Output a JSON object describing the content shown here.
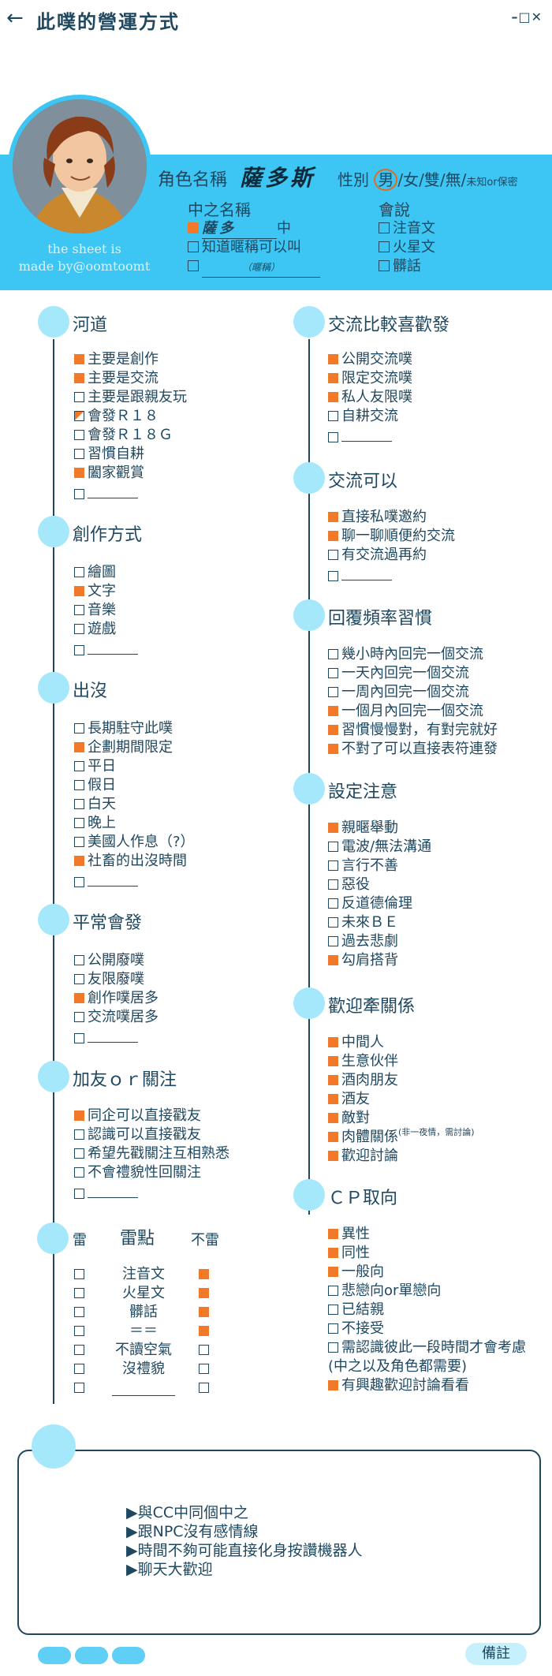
{
  "header": {
    "back_icon": "←",
    "title": "此噗的營運方式",
    "window_controls": "–□✕"
  },
  "profile": {
    "credit_line1": "the sheet is",
    "credit_line2": "made by@oomtoomt",
    "name_label": "角色名稱",
    "character_name": "薩多斯",
    "gender_label": "性別",
    "gender_selected": "男",
    "gender_rest": "/女/雙/無/",
    "gender_unknown": "未知or保密",
    "zhongzhi_title": "中之名稱",
    "zhongzhi_name": "薩多",
    "zhongzhi_suffix": "中",
    "zhongzhi_opt2": "知道暱稱可以叫",
    "zhongzhi_hint": "（暱稱）",
    "lang_title": "會說",
    "lang_opts": [
      "注音文",
      "火星文",
      "髒話"
    ]
  },
  "sections": {
    "hedao": {
      "title": "河道",
      "items": [
        {
          "text": "主要是創作",
          "state": "on"
        },
        {
          "text": "主要是交流",
          "state": "on"
        },
        {
          "text": "主要是跟親友玩",
          "state": "off"
        },
        {
          "text": "會發Ｒ１８",
          "state": "half"
        },
        {
          "text": "會發Ｒ１８Ｇ",
          "state": "off"
        },
        {
          "text": "習慣自耕",
          "state": "off"
        },
        {
          "text": "闔家觀賞",
          "state": "on"
        },
        {
          "text": "",
          "state": "off"
        }
      ]
    },
    "chuangzuo": {
      "title": "創作方式",
      "items": [
        {
          "text": "繪圖",
          "state": "off"
        },
        {
          "text": "文字",
          "state": "on"
        },
        {
          "text": "音樂",
          "state": "off"
        },
        {
          "text": "遊戲",
          "state": "off"
        },
        {
          "text": "",
          "state": "off"
        }
      ]
    },
    "chumo": {
      "title": "出沒",
      "items": [
        {
          "text": "長期駐守此噗",
          "state": "off"
        },
        {
          "text": "企劃期間限定",
          "state": "on"
        },
        {
          "text": "平日",
          "state": "off"
        },
        {
          "text": "假日",
          "state": "off"
        },
        {
          "text": "白天",
          "state": "off"
        },
        {
          "text": "晚上",
          "state": "off"
        },
        {
          "text": "美國人作息（?）",
          "state": "off"
        },
        {
          "text": "社畜的出沒時間",
          "state": "on"
        },
        {
          "text": "",
          "state": "off"
        }
      ]
    },
    "pingchang": {
      "title": "平常會發",
      "items": [
        {
          "text": "公開廢噗",
          "state": "off"
        },
        {
          "text": "友限廢噗",
          "state": "off"
        },
        {
          "text": "創作噗居多",
          "state": "on"
        },
        {
          "text": "交流噗居多",
          "state": "off"
        },
        {
          "text": "",
          "state": "off"
        }
      ]
    },
    "jiayou": {
      "title": "加友ｏｒ關注",
      "items": [
        {
          "text": "同企可以直接戳友",
          "state": "on"
        },
        {
          "text": "認識可以直接戳友",
          "state": "off"
        },
        {
          "text": "希望先戳關注互相熟悉",
          "state": "off"
        },
        {
          "text": "不會禮貌性回關注",
          "state": "off"
        },
        {
          "text": "",
          "state": "off"
        }
      ]
    },
    "jiaoliu_like": {
      "title": "交流比較喜歡發",
      "items": [
        {
          "text": "公開交流噗",
          "state": "on"
        },
        {
          "text": "限定交流噗",
          "state": "on"
        },
        {
          "text": "私人友限噗",
          "state": "on"
        },
        {
          "text": "自耕交流",
          "state": "off"
        },
        {
          "text": "",
          "state": "off"
        }
      ]
    },
    "jiaoliu_ok": {
      "title": "交流可以",
      "items": [
        {
          "text": "直接私噗邀約",
          "state": "on"
        },
        {
          "text": "聊一聊順便約交流",
          "state": "on"
        },
        {
          "text": "有交流過再約",
          "state": "off"
        },
        {
          "text": "",
          "state": "off"
        }
      ]
    },
    "huifu": {
      "title": "回覆頻率習慣",
      "items": [
        {
          "text": "幾小時內回完一個交流",
          "state": "off"
        },
        {
          "text": "一天內回完一個交流",
          "state": "off"
        },
        {
          "text": "一周內回完一個交流",
          "state": "off"
        },
        {
          "text": "一個月內回完一個交流",
          "state": "on"
        },
        {
          "text": "習慣慢慢對，有對完就好",
          "state": "on"
        },
        {
          "text": "不對了可以直接表符連發",
          "state": "on"
        }
      ]
    },
    "sheding": {
      "title": "設定注意",
      "items": [
        {
          "text": "親暱舉動",
          "state": "on"
        },
        {
          "text": "電波/無法溝通",
          "state": "off"
        },
        {
          "text": "言行不善",
          "state": "off"
        },
        {
          "text": "惡役",
          "state": "off"
        },
        {
          "text": "反道德倫理",
          "state": "off"
        },
        {
          "text": "未來ＢＥ",
          "state": "off"
        },
        {
          "text": "過去悲劇",
          "state": "off"
        },
        {
          "text": "勾肩搭背",
          "state": "on"
        }
      ]
    },
    "huanying": {
      "title": "歡迎牽關係",
      "items": [
        {
          "text": "中間人",
          "state": "on"
        },
        {
          "text": "生意伙伴",
          "state": "on"
        },
        {
          "text": "酒肉朋友",
          "state": "on"
        },
        {
          "text": "酒友",
          "state": "on"
        },
        {
          "text": "敵對",
          "state": "on"
        },
        {
          "text": "肉體關係",
          "state": "on",
          "note": "(非一夜情，需討論)"
        },
        {
          "text": "歡迎討論",
          "state": "on"
        }
      ]
    },
    "cp": {
      "title": "ＣＰ取向",
      "items": [
        {
          "text": "異性",
          "state": "on"
        },
        {
          "text": "同性",
          "state": "on"
        },
        {
          "text": "一般向",
          "state": "on"
        },
        {
          "text": "悲戀向or單戀向",
          "state": "off"
        },
        {
          "text": "已結親",
          "state": "off"
        },
        {
          "text": "不接受",
          "state": "off"
        },
        {
          "text": "需認識彼此一段時間才會考慮",
          "state": "off"
        },
        {
          "text": "(中之以及角色都需要)",
          "state": "none"
        },
        {
          "text": "有興趣歡迎討論看看",
          "state": "on"
        }
      ]
    }
  },
  "minefield": {
    "left_head": "雷",
    "title": "雷點",
    "right_head": "不雷",
    "rows": [
      {
        "label": "注音文",
        "mine": "off",
        "ok": "on"
      },
      {
        "label": "火星文",
        "mine": "off",
        "ok": "on"
      },
      {
        "label": "髒話",
        "mine": "off",
        "ok": "on"
      },
      {
        "label": "＝＝",
        "mine": "off",
        "ok": "on"
      },
      {
        "label": "不讀空氣",
        "mine": "off",
        "ok": "off"
      },
      {
        "label": "沒禮貌",
        "mine": "off",
        "ok": "off"
      },
      {
        "label": "",
        "mine": "off",
        "ok": "off"
      }
    ]
  },
  "notes": {
    "lines": [
      "▶與CC中同個中之",
      "▶跟NPC沒有感情線",
      "▶時間不夠可能直接化身按讚機器人",
      "▶聊天大歡迎"
    ]
  },
  "footer": {
    "remark_label": "備註"
  },
  "colors": {
    "banner": "#3dc6f3",
    "accent": "#f07a2a",
    "dot": "#a6e8fb",
    "text": "#1f4860"
  }
}
